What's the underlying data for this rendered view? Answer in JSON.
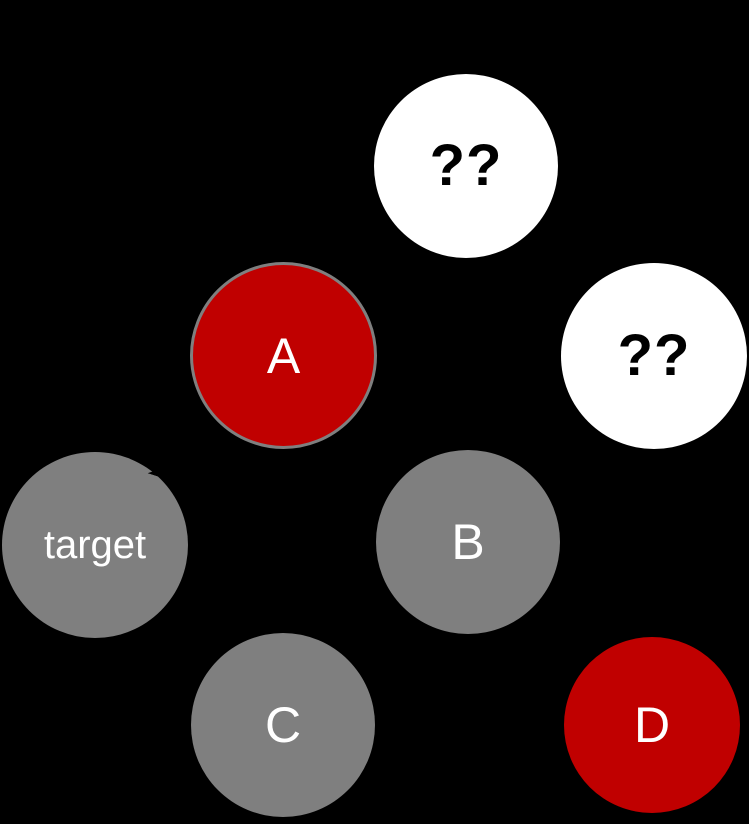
{
  "colors": {
    "background": "#000000",
    "node_red": "#C00000",
    "node_gray": "#7F7F7F",
    "node_white": "#FFFFFF",
    "border_gray": "#7F7F7F",
    "black": "#000000",
    "white_text": "#FFFFFF"
  },
  "diagram": {
    "type": "graph-nodes",
    "nodes": [
      {
        "id": "unknown-top",
        "label": "??",
        "fill": "#FFFFFF",
        "text_color": "#000000"
      },
      {
        "id": "unknown-right",
        "label": "??",
        "fill": "#FFFFFF",
        "text_color": "#000000"
      },
      {
        "id": "a",
        "label": "A",
        "fill": "#C00000",
        "text_color": "#FFFFFF",
        "border_color": "#7F7F7F"
      },
      {
        "id": "target",
        "label": "target",
        "fill": "#7F7F7F",
        "text_color": "#FFFFFF"
      },
      {
        "id": "b",
        "label": "B",
        "fill": "#7F7F7F",
        "text_color": "#FFFFFF"
      },
      {
        "id": "c",
        "label": "C",
        "fill": "#7F7F7F",
        "text_color": "#FFFFFF"
      },
      {
        "id": "d",
        "label": "D",
        "fill": "#C00000",
        "text_color": "#FFFFFF"
      }
    ]
  }
}
